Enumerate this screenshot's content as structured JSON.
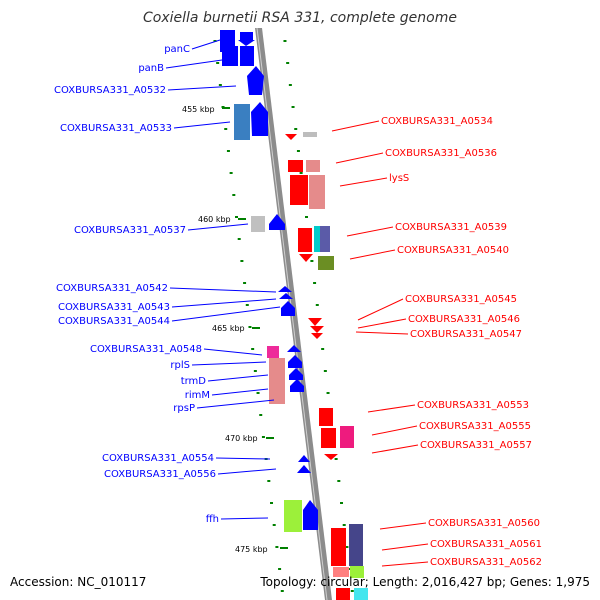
{
  "header": {
    "title": "Coxiella burnetii RSA 331, complete genome"
  },
  "footer": {
    "accession": "Accession: NC_010117",
    "topology": "Topology: circular; Length: 2,016,427 bp; Genes: 1,975"
  },
  "colors": {
    "forward_strand": "#0000ff",
    "reverse_strand": "#ff0000",
    "backbone": "#808080",
    "tick": "#008000"
  },
  "scale_marks": [
    "455 kbp",
    "460 kbp",
    "465 kbp",
    "470 kbp",
    "475 kbp"
  ],
  "left_genes": [
    "panC",
    "panB",
    "COXBURSA331_A0532",
    "COXBURSA331_A0533",
    "COXBURSA331_A0537",
    "COXBURSA331_A0542",
    "COXBURSA331_A0543",
    "COXBURSA331_A0544",
    "COXBURSA331_A0548",
    "rplS",
    "trmD",
    "rimM",
    "rpsP",
    "COXBURSA331_A0554",
    "COXBURSA331_A0556",
    "ffh"
  ],
  "right_genes": [
    "COXBURSA331_A0534",
    "COXBURSA331_A0536",
    "lysS",
    "COXBURSA331_A0539",
    "COXBURSA331_A0540",
    "COXBURSA331_A0545",
    "COXBURSA331_A0546",
    "COXBURSA331_A0547",
    "COXBURSA331_A0553",
    "COXBURSA331_A0555",
    "COXBURSA331_A0557",
    "COXBURSA331_A0560",
    "COXBURSA331_A0561",
    "COXBURSA331_A0562"
  ]
}
